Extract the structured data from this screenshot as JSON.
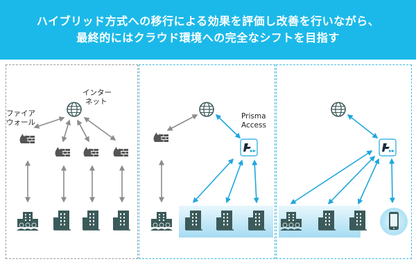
{
  "title": {
    "line1": "ハイブリッド方式への移行による効果を評価し改善を行いながら、",
    "line2": "最終的にはクラウド環境への完全なシフトを目指す"
  },
  "labels": {
    "internet_line1": "インター",
    "internet_line2": "ネット",
    "firewall_line1": "ファイア",
    "firewall_line2": "ウォール",
    "prisma_line1": "Prisma",
    "prisma_line2": "Access"
  },
  "colors": {
    "banner": "#1bb9e9",
    "accent_arrow": "#1fa6dd",
    "gray_arrow": "#8c8c8c",
    "icon_dark": "#3c5a5a",
    "firewall_flame": "#555555",
    "highlight_band": "#bfe7f6"
  },
  "icons": {
    "internet": "globe-icon",
    "firewall": "firewall-icon",
    "prisma": "prisma-access-icon",
    "hq": "headquarters-building-icon",
    "branch": "branch-building-icon",
    "mobile": "smartphone-icon"
  }
}
